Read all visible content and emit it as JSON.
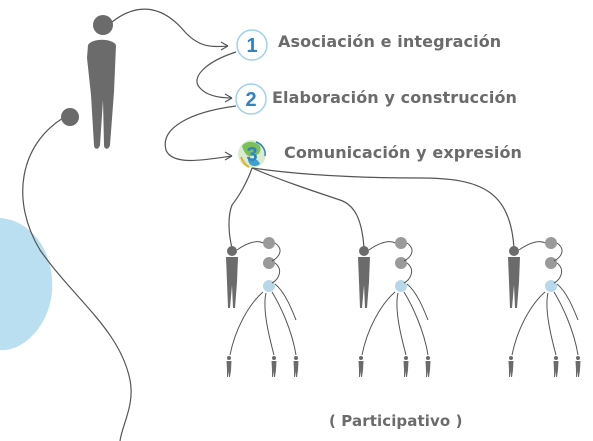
{
  "steps": [
    {
      "number": "1",
      "label": "Asociación e integración"
    },
    {
      "number": "2",
      "label": "Elaboración y construcción"
    },
    {
      "number": "3",
      "label": "Comunicación y expresión"
    }
  ],
  "footer": "( Participativo )",
  "colors": {
    "figure": "#6b6b6b",
    "head_gray": "#9a9a9a",
    "head_blue": "#b9d7ea",
    "blob": "#b9dff0",
    "circle_stroke": "#9fd1ec",
    "number": "#2e83c4",
    "line": "#555555"
  },
  "icons": [
    "person-figure-icon",
    "globe-icon"
  ]
}
